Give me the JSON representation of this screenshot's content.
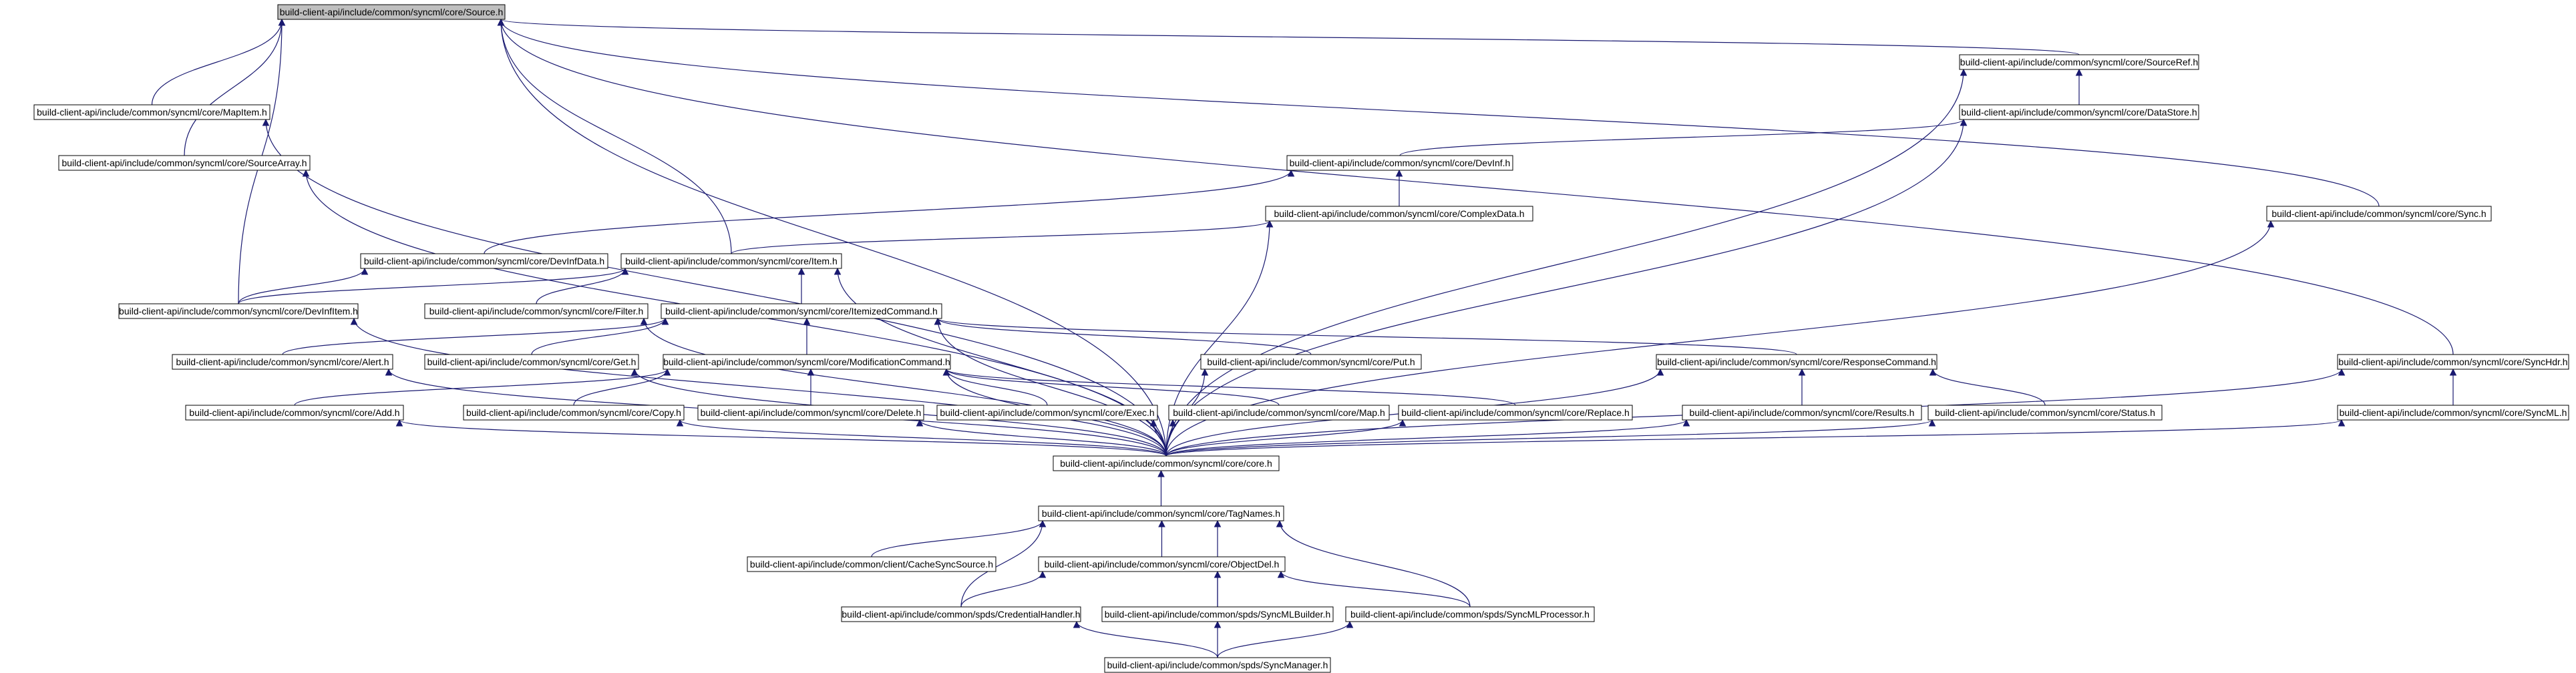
{
  "diagram": {
    "type": "include-dependency-graph",
    "colors": {
      "edge": "#191970",
      "root_fill": "#bfbfbf",
      "node_fill": "#ffffff",
      "node_border": "#000000"
    },
    "nodes": [
      {
        "id": "source",
        "label": "build-client-api/include/common/syncml/core/Source.h",
        "root": true
      },
      {
        "id": "sourceref",
        "label": "build-client-api/include/common/syncml/core/SourceRef.h"
      },
      {
        "id": "mapitem",
        "label": "build-client-api/include/common/syncml/core/MapItem.h"
      },
      {
        "id": "datastore",
        "label": "build-client-api/include/common/syncml/core/DataStore.h"
      },
      {
        "id": "sourcearray",
        "label": "build-client-api/include/common/syncml/core/SourceArray.h"
      },
      {
        "id": "devinf",
        "label": "build-client-api/include/common/syncml/core/DevInf.h"
      },
      {
        "id": "complexdata",
        "label": "build-client-api/include/common/syncml/core/ComplexData.h"
      },
      {
        "id": "sync",
        "label": "build-client-api/include/common/syncml/core/Sync.h"
      },
      {
        "id": "devinfdata",
        "label": "build-client-api/include/common/syncml/core/DevInfData.h"
      },
      {
        "id": "item",
        "label": "build-client-api/include/common/syncml/core/Item.h"
      },
      {
        "id": "devinfitem",
        "label": "build-client-api/include/common/syncml/core/DevInfItem.h"
      },
      {
        "id": "filter",
        "label": "build-client-api/include/common/syncml/core/Filter.h"
      },
      {
        "id": "itemized",
        "label": "build-client-api/include/common/syncml/core/ItemizedCommand.h"
      },
      {
        "id": "alert",
        "label": "build-client-api/include/common/syncml/core/Alert.h"
      },
      {
        "id": "get",
        "label": "build-client-api/include/common/syncml/core/Get.h"
      },
      {
        "id": "modification",
        "label": "build-client-api/include/common/syncml/core/ModificationCommand.h"
      },
      {
        "id": "put",
        "label": "build-client-api/include/common/syncml/core/Put.h"
      },
      {
        "id": "response",
        "label": "build-client-api/include/common/syncml/core/ResponseCommand.h"
      },
      {
        "id": "synchdr",
        "label": "build-client-api/include/common/syncml/core/SyncHdr.h"
      },
      {
        "id": "add",
        "label": "build-client-api/include/common/syncml/core/Add.h"
      },
      {
        "id": "copy",
        "label": "build-client-api/include/common/syncml/core/Copy.h"
      },
      {
        "id": "delete",
        "label": "build-client-api/include/common/syncml/core/Delete.h"
      },
      {
        "id": "exec",
        "label": "build-client-api/include/common/syncml/core/Exec.h"
      },
      {
        "id": "map",
        "label": "build-client-api/include/common/syncml/core/Map.h"
      },
      {
        "id": "replace",
        "label": "build-client-api/include/common/syncml/core/Replace.h"
      },
      {
        "id": "results",
        "label": "build-client-api/include/common/syncml/core/Results.h"
      },
      {
        "id": "status",
        "label": "build-client-api/include/common/syncml/core/Status.h"
      },
      {
        "id": "syncml",
        "label": "build-client-api/include/common/syncml/core/SyncML.h"
      },
      {
        "id": "core",
        "label": "build-client-api/include/common/syncml/core/core.h"
      },
      {
        "id": "tagnames",
        "label": "build-client-api/include/common/syncml/core/TagNames.h"
      },
      {
        "id": "cachesync",
        "label": "build-client-api/include/common/client/CacheSyncSource.h"
      },
      {
        "id": "objectdel",
        "label": "build-client-api/include/common/syncml/core/ObjectDel.h"
      },
      {
        "id": "credential",
        "label": "build-client-api/include/common/spds/CredentialHandler.h"
      },
      {
        "id": "syncmlbuilder",
        "label": "build-client-api/include/common/spds/SyncMLBuilder.h"
      },
      {
        "id": "syncmlprocessor",
        "label": "build-client-api/include/common/spds/SyncMLProcessor.h"
      },
      {
        "id": "syncmanager",
        "label": "build-client-api/include/common/spds/SyncManager.h"
      }
    ],
    "edges": [
      [
        "sourceref",
        "source"
      ],
      [
        "mapitem",
        "source"
      ],
      [
        "sourcearray",
        "source"
      ],
      [
        "item",
        "source"
      ],
      [
        "devinfitem",
        "source"
      ],
      [
        "sync",
        "source"
      ],
      [
        "synchdr",
        "source"
      ],
      [
        "core",
        "source"
      ],
      [
        "datastore",
        "sourceref"
      ],
      [
        "core",
        "sourceref"
      ],
      [
        "core",
        "mapitem"
      ],
      [
        "core",
        "sourcearray"
      ],
      [
        "devinf",
        "datastore"
      ],
      [
        "core",
        "datastore"
      ],
      [
        "complexdata",
        "devinf"
      ],
      [
        "devinfdata",
        "devinf"
      ],
      [
        "item",
        "complexdata"
      ],
      [
        "core",
        "complexdata"
      ],
      [
        "core",
        "sync"
      ],
      [
        "devinfitem",
        "devinfdata"
      ],
      [
        "devinfitem",
        "item"
      ],
      [
        "filter",
        "item"
      ],
      [
        "itemized",
        "item"
      ],
      [
        "core",
        "item"
      ],
      [
        "core",
        "devinfitem"
      ],
      [
        "core",
        "filter"
      ],
      [
        "alert",
        "itemized"
      ],
      [
        "get",
        "itemized"
      ],
      [
        "modification",
        "itemized"
      ],
      [
        "put",
        "itemized"
      ],
      [
        "response",
        "itemized"
      ],
      [
        "core",
        "itemized"
      ],
      [
        "core",
        "alert"
      ],
      [
        "core",
        "get"
      ],
      [
        "add",
        "modification"
      ],
      [
        "copy",
        "modification"
      ],
      [
        "delete",
        "modification"
      ],
      [
        "exec",
        "modification"
      ],
      [
        "map",
        "modification"
      ],
      [
        "replace",
        "modification"
      ],
      [
        "core",
        "modification"
      ],
      [
        "core",
        "put"
      ],
      [
        "results",
        "response"
      ],
      [
        "status",
        "response"
      ],
      [
        "core",
        "response"
      ],
      [
        "syncml",
        "synchdr"
      ],
      [
        "core",
        "synchdr"
      ],
      [
        "core",
        "add"
      ],
      [
        "core",
        "copy"
      ],
      [
        "core",
        "delete"
      ],
      [
        "core",
        "exec"
      ],
      [
        "core",
        "map"
      ],
      [
        "core",
        "replace"
      ],
      [
        "core",
        "results"
      ],
      [
        "core",
        "status"
      ],
      [
        "core",
        "syncml"
      ],
      [
        "tagnames",
        "core"
      ],
      [
        "cachesync",
        "tagnames"
      ],
      [
        "objectdel",
        "tagnames"
      ],
      [
        "credential",
        "tagnames"
      ],
      [
        "syncmlbuilder",
        "tagnames"
      ],
      [
        "syncmlprocessor",
        "tagnames"
      ],
      [
        "credential",
        "objectdel"
      ],
      [
        "syncmlbuilder",
        "objectdel"
      ],
      [
        "syncmlprocessor",
        "objectdel"
      ],
      [
        "syncmanager",
        "credential"
      ],
      [
        "syncmanager",
        "syncmlbuilder"
      ],
      [
        "syncmanager",
        "syncmlprocessor"
      ]
    ]
  }
}
